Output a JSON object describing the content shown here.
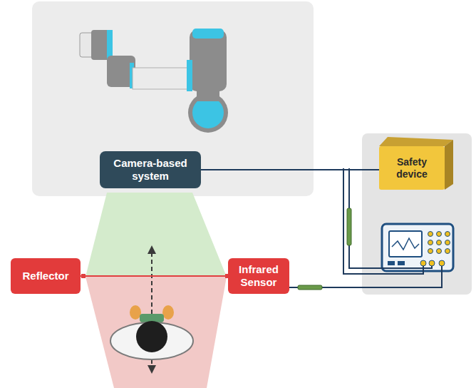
{
  "diagram": {
    "nodes": [
      {
        "text": [
          "Camera-based system"
        ]
      },
      {
        "text": [
          "Reflector"
        ]
      },
      {
        "text": [
          "Infrared Sensor"
        ]
      },
      {
        "text": [
          "Safety device"
        ]
      }
    ],
    "edges": [
      {
        "from": 0,
        "to": 3,
        "arrow": "none"
      },
      {
        "from": 1,
        "to": 2,
        "arrow": "none"
      }
    ]
  }
}
